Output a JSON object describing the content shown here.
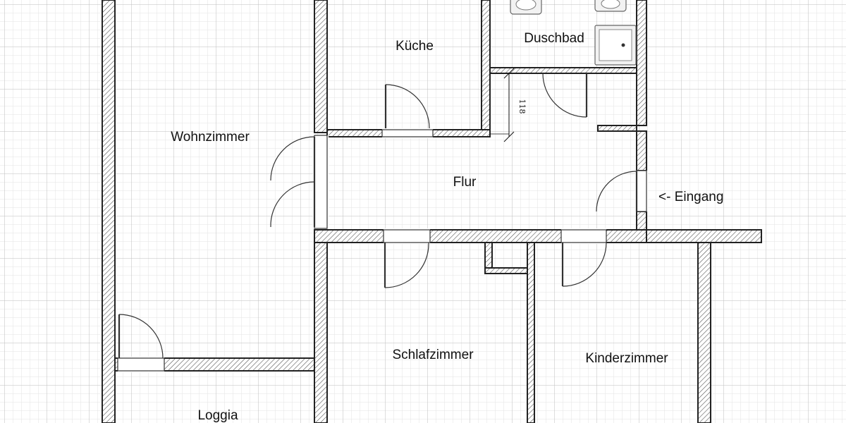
{
  "rooms": {
    "kueche": "Küche",
    "duschbad": "Duschbad",
    "wohnzimmer": "Wohnzimmer",
    "flur": "Flur",
    "eingang": "<- Eingang",
    "schlafzimmer": "Schlafzimmer",
    "kinderzimmer": "Kinderzimmer",
    "loggia": "Loggia"
  },
  "dimensions": {
    "flur_height": "118"
  },
  "colors": {
    "grid_major": "#bdbdbd",
    "grid_minor": "#e3e3e3",
    "wall_outline": "#222222"
  }
}
